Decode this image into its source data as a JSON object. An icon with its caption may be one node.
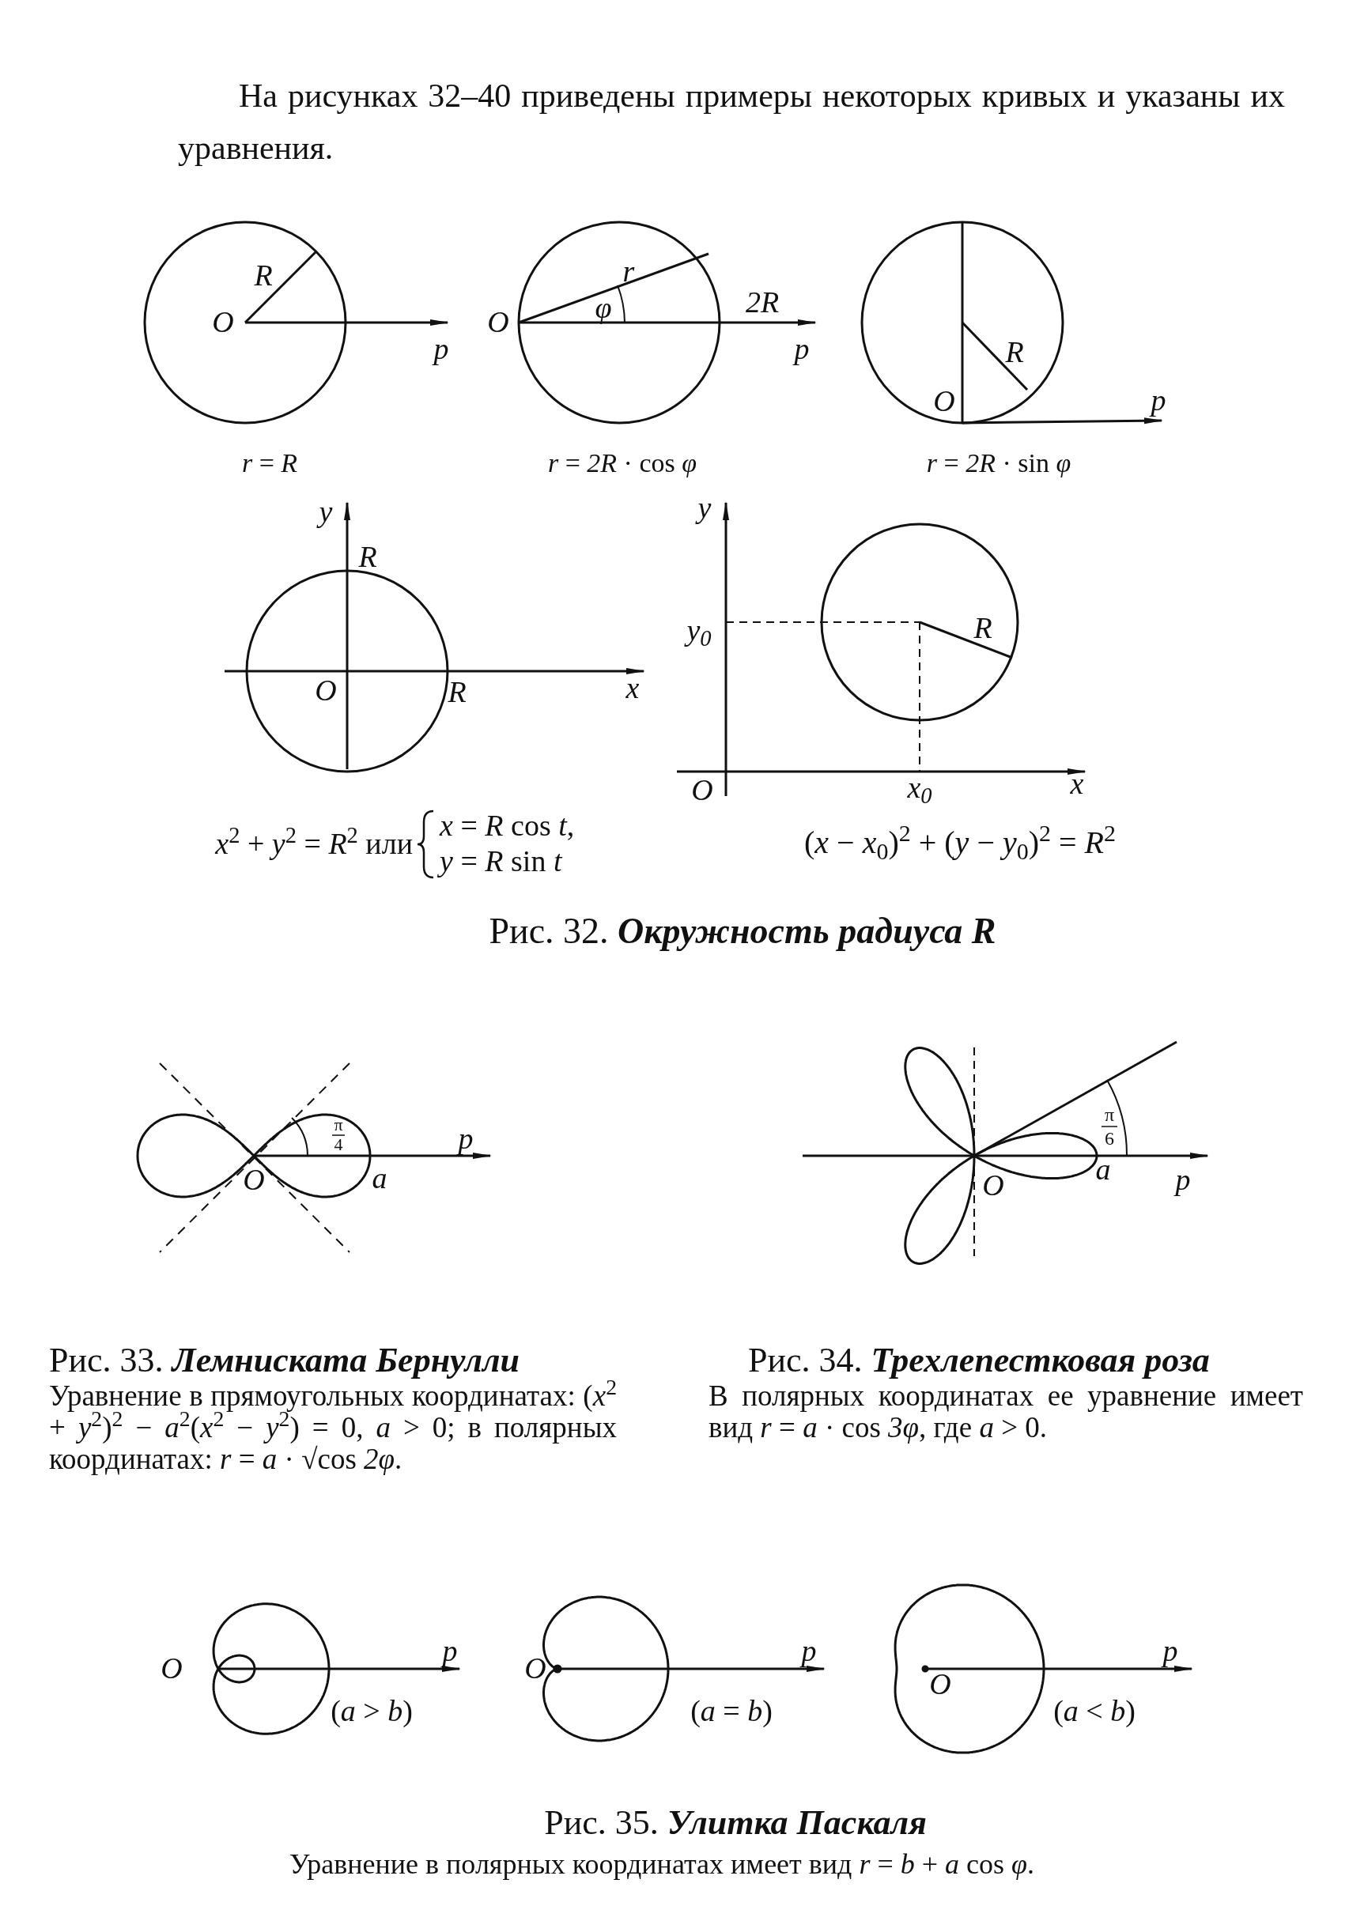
{
  "diagram": {
    "labels": [
      "На рисунках 32–40 приведены примеры некоторых кривых и указаны их уравнения.",
      "R",
      "O",
      "p",
      "r",
      "φ",
      "O",
      "2R",
      "p",
      "R",
      "O",
      "p",
      "*r* = *R*",
      "*r* = *2R* · cos *φ*",
      "*r* = *2R* · sin *φ*",
      "y",
      "R",
      "O",
      "R",
      "x",
      "y",
      "y$_{0}$",
      "R",
      "O",
      "x$_{0}$",
      "x",
      "*x*$^{2}$ + *y*$^{2}$ = *R*$^{2}$ или",
      "*x* = *R* cos *t*,",
      "*y* = *R* sin *t*",
      "(*x* − *x*$_{0}$)$^{2}$ + (*y* − *y*$_{0}$)$^{2}$ = *R*$^{2}$",
      "Рис. 32. **Окружность радиуса R**",
      "π",
      "4",
      "O",
      "a",
      "p",
      "π",
      "6",
      "O",
      "a",
      "p",
      "Рис. 33. **Лемниската Бернулли**",
      "Уравнение в прямоугольных координатах: (*x*$^{2}$ + *y*$^{2}$)$^{2}$ − *a*$^{2}$(*x*$^{2}$ − *y*$^{2}$) = 0, *a* > 0; в полярных координатах: *r* = *a* · √cos *2φ*.",
      "Рис. 34. **Трехлепестковая роза**",
      "В полярных координатах ее уравнение имеет вид *r* = *a* · cos *3φ*, где *a* > 0.",
      "O",
      "p",
      "(*a* > *b*)",
      "O",
      "p",
      "(*a* = *b*)",
      "O",
      "p",
      "(*a* < *b*)",
      "Рис. 35. **Улитка Паскаля**",
      "Уравнение в полярных координатах имеет вид *r* = *b* + *a* cos *φ*."
    ]
  }
}
